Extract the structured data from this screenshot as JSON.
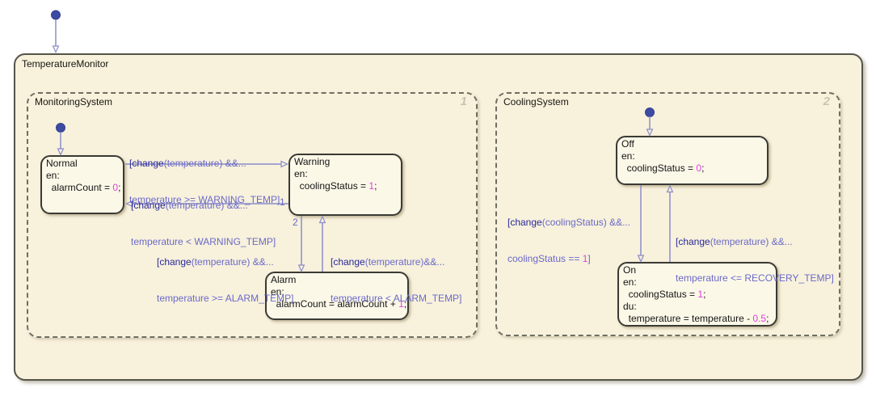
{
  "chart": {
    "title": "TemperatureMonitor",
    "regions": [
      {
        "name": "MonitoringSystem",
        "order": "1"
      },
      {
        "name": "CoolingSystem",
        "order": "2"
      }
    ]
  },
  "states": {
    "normal": {
      "title": "Normal",
      "en": "en:",
      "a1_pre": "  alarmCount = ",
      "a1_num": "0",
      "a1_post": ";"
    },
    "warning": {
      "title": "Warning",
      "en": "en:",
      "a1_pre": "  coolingStatus = ",
      "a1_num": "1",
      "a1_post": ";"
    },
    "alarm": {
      "title": "Alarm",
      "en": "en:",
      "a1_pre": "  alarmCount = alarmCount + ",
      "a1_num": "1",
      "a1_post": ";"
    },
    "off": {
      "title": "Off",
      "en": "en:",
      "a1_pre": "  coolingStatus = ",
      "a1_num": "0",
      "a1_post": ";"
    },
    "on": {
      "title": "On",
      "en": "en:",
      "a1_pre": "  coolingStatus = ",
      "a1_num": "1",
      "a1_post": ";",
      "du": "du:",
      "a2_pre": "  temperature = temperature - ",
      "a2_num": "0.5",
      "a2_post": ";"
    }
  },
  "transitions": {
    "normal_to_warning": {
      "kw": "[change",
      "rest": "(temperature) &&...",
      "line2": "temperature >= WARNING_TEMP]"
    },
    "warning_to_normal": {
      "kw": "[change",
      "rest": "(temperature) &&...",
      "line2": "temperature < WARNING_TEMP]",
      "order": "1"
    },
    "warning_to_alarm": {
      "kw": "[change",
      "rest": "(temperature) &&...",
      "line2": "temperature >= ALARM_TEMP]",
      "order": "2"
    },
    "alarm_to_warning": {
      "kw": "[change",
      "rest": "(temperature)&&...",
      "line2": "temperature < ALARM_TEMP]"
    },
    "off_to_on": {
      "kw": "[change",
      "rest": "(coolingStatus) &&...",
      "l2_pre": "coolingStatus == ",
      "l2_num": "1",
      "l2_post": "]"
    },
    "on_to_off": {
      "kw": "[change",
      "rest": "(temperature) &&...",
      "line2": "temperature <= RECOVERY_TEMP]"
    }
  },
  "colors": {
    "canvas_fill": "#F8F1DC",
    "state_fill": "#FCF8E8",
    "transition_line": "#8B8DC9",
    "label_text": "#6A6AC8",
    "keyword_text": "#28289A",
    "number_text": "#E23EE2",
    "initial_dot": "#3E4BA3",
    "corner_number": "#C8C3B1"
  }
}
